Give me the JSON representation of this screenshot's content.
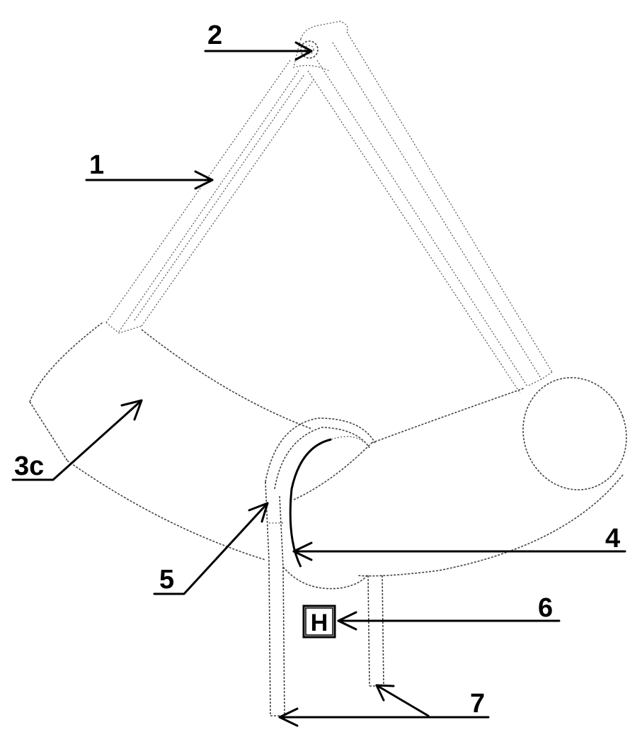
{
  "labels": {
    "l1": "1",
    "l2": "2",
    "l3c": "3c",
    "l4": "4",
    "l5": "5",
    "l6": "6",
    "l7": "7"
  },
  "hbox": {
    "letter": "H"
  },
  "colors": {
    "line": "#000000",
    "outline": "#444444",
    "background": "#ffffff"
  }
}
